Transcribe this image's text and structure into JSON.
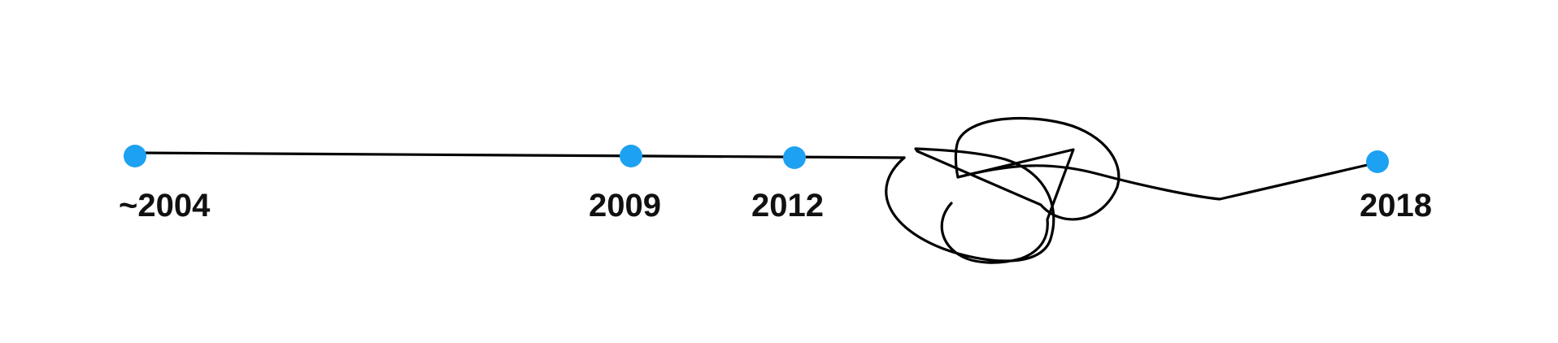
{
  "timeline": {
    "line_color": "#000000",
    "dot_color": "#1da1f2",
    "events": [
      {
        "id": "2004",
        "label": "~2004"
      },
      {
        "id": "2009",
        "label": "2009"
      },
      {
        "id": "2012",
        "label": "2012"
      },
      {
        "id": "2018",
        "label": "2018"
      }
    ]
  }
}
